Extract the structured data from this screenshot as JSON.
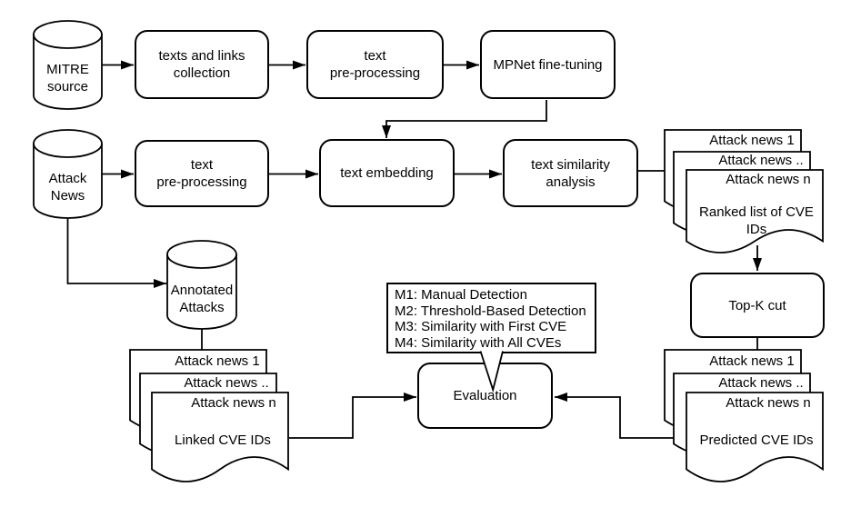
{
  "nodes": {
    "mitre_source": "MITRE\nsource",
    "texts_links_collection": "texts and links\ncollection",
    "text_preprocessing_1": "text\npre-processing",
    "mpnet_finetuning": "MPNet fine-tuning",
    "attack_news": "Attack\nNews",
    "text_preprocessing_2": "text\npre-processing",
    "text_embedding": "text embedding",
    "text_similarity_analysis": "text similarity\nanalysis",
    "annotated_attacks": "Annotated\nAttacks",
    "top_k_cut": "Top-K cut",
    "evaluation": "Evaluation"
  },
  "legend": {
    "lines": [
      "M1: Manual Detection",
      "M2: Threshold-Based Detection",
      "M3: Similarity with First CVE",
      "M4: Similarity with All CVEs"
    ]
  },
  "stacks": {
    "ranked": {
      "doc_titles": [
        "Attack news 1",
        "Attack news ..",
        "Attack news n"
      ],
      "body": "Ranked list of CVE IDs"
    },
    "linked": {
      "doc_titles": [
        "Attack news 1",
        "Attack news ..",
        "Attack news n"
      ],
      "body": "Linked CVE IDs"
    },
    "predicted": {
      "doc_titles": [
        "Attack news 1",
        "Attack news ..",
        "Attack news n"
      ],
      "body": "Predicted CVE IDs"
    }
  },
  "colors": {
    "stroke": "#000000",
    "shape_fill": "#ffffff",
    "background": "#ffffff"
  }
}
